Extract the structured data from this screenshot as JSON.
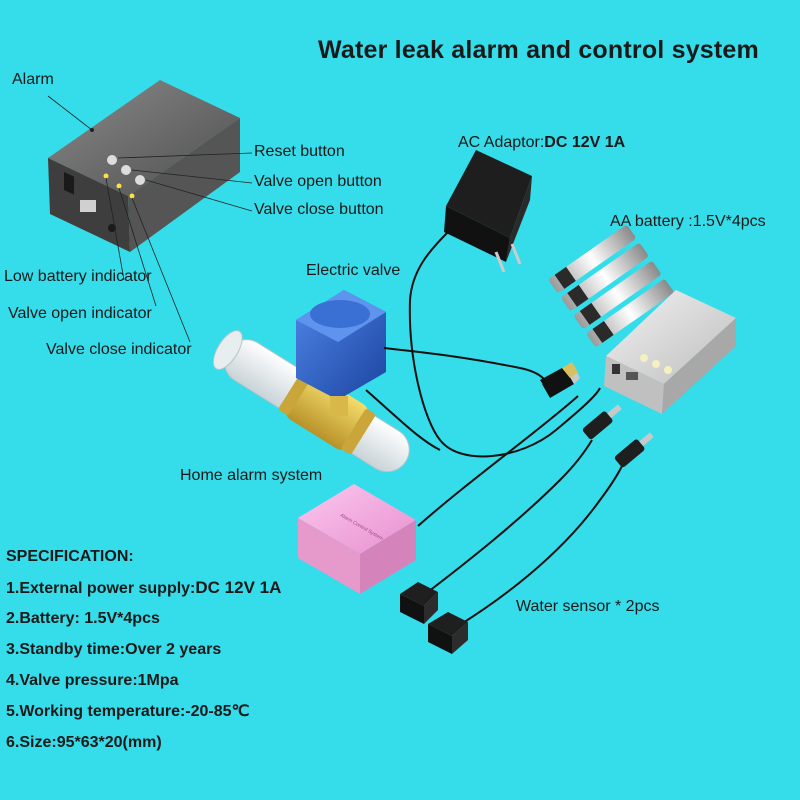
{
  "title": "Water leak alarm and control system",
  "labels": {
    "alarm": "Alarm",
    "reset_button": "Reset button",
    "valve_open_button": "Valve open button",
    "valve_close_button": "Valve close button",
    "low_battery_indicator": "Low battery indicator",
    "valve_open_indicator": "Valve open indicator",
    "valve_close_indicator": "Valve close indicator",
    "ac_adaptor": "AC Adaptor:",
    "ac_adaptor_value": "DC 12V 1A",
    "aa_battery": "AA battery :1.5V*4pcs",
    "electric_valve": "Electric valve",
    "home_alarm_system": "Home alarm system",
    "water_sensor": "Water sensor * 2pcs"
  },
  "specification": {
    "heading": "SPECIFICATION:",
    "items": [
      {
        "label": "1.External power supply:",
        "value": "DC 12V 1A"
      },
      {
        "label": "2.Battery: 1.5V*4pcs",
        "value": ""
      },
      {
        "label": "3.Standby time:Over 2 years",
        "value": ""
      },
      {
        "label": "4.Valve pressure:1Mpa",
        "value": ""
      },
      {
        "label": "5.Working temperature:-20-85℃",
        "value": ""
      },
      {
        "label": "6.Size:95*63*20(mm)",
        "value": ""
      }
    ]
  },
  "device_caption": "Alarm Control System",
  "colors": {
    "background": "#35dcea",
    "alarm_box": "#5c5c5c",
    "valve_motor": "#2b5fc4",
    "valve_body": "#e0c030",
    "home_alarm_box": "#f4a6dc",
    "adaptor": "#1e1e1e"
  }
}
